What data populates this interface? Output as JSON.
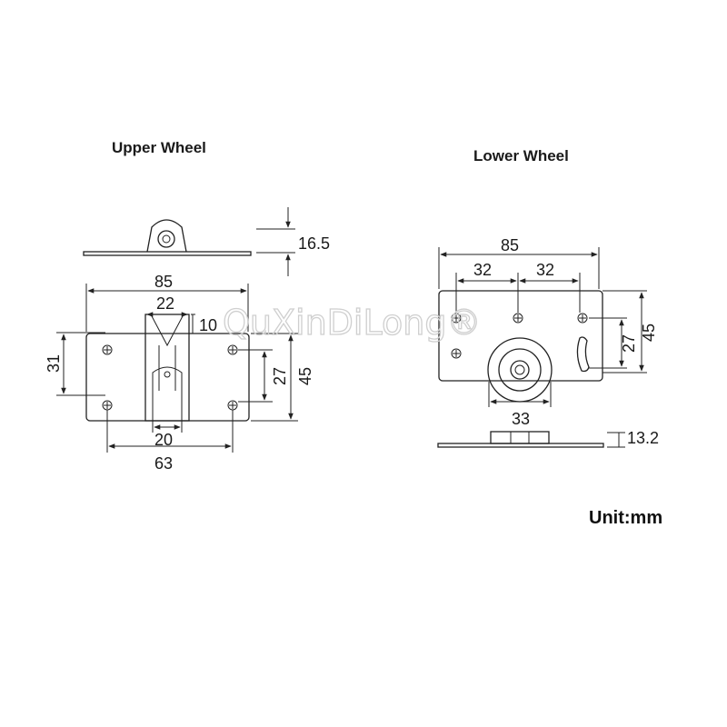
{
  "titles": {
    "upper": "Upper Wheel",
    "lower": "Lower Wheel"
  },
  "watermark": "QuXinDiLong®",
  "unit": "Unit:mm",
  "upper_dims": {
    "height_side": "16.5",
    "width": "85",
    "slot": "22",
    "top_gap": "10",
    "hole_v_left": "31",
    "hole_v_right": "27",
    "height": "45",
    "wheel_width": "20",
    "hole_span": "63"
  },
  "lower_dims": {
    "width": "85",
    "left_offset": "32",
    "right_offset": "32",
    "hole_v": "27",
    "height": "45",
    "wheel_dia": "33",
    "thickness": "13.2"
  },
  "colors": {
    "line": "#222222",
    "watermark": "#cfcfcf"
  }
}
